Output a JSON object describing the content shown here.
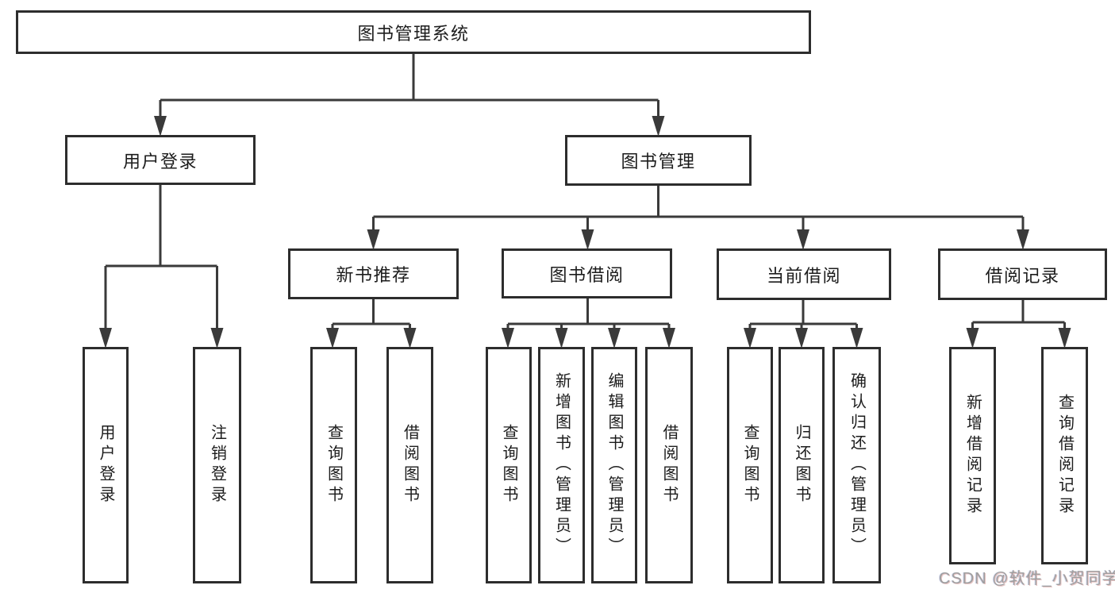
{
  "diagram_type": "tree",
  "nodes": {
    "root": "图书管理系统",
    "level2": [
      "用户登录",
      "图书管理"
    ],
    "level3": [
      "新书推荐",
      "图书借阅",
      "当前借阅",
      "借阅记录"
    ],
    "leaves": [
      "用户登录",
      "注销登录",
      "查询图书",
      "借阅图书",
      "查询图书",
      "新增图书（管理员）",
      "编辑图书（管理员）",
      "借阅图书",
      "查询图书",
      "归还图书",
      "确认归还（管理员）",
      "新增借阅记录",
      "查询借阅记录"
    ]
  },
  "hierarchy": {
    "图书管理系统": {
      "用户登录": [
        "用户登录",
        "注销登录"
      ],
      "图书管理": {
        "新书推荐": [
          "查询图书",
          "借阅图书"
        ],
        "图书借阅": [
          "查询图书",
          "新增图书（管理员）",
          "编辑图书（管理员）",
          "借阅图书"
        ],
        "当前借阅": [
          "查询图书",
          "归还图书",
          "确认归还（管理员）"
        ],
        "借阅记录": [
          "新增借阅记录",
          "查询借阅记录"
        ]
      }
    }
  },
  "watermark": {
    "text": "CSDN @软件_小贺同学"
  },
  "colors": {
    "background": "#ffffff",
    "box_fill": "#ffffff",
    "box_border": "#2d2d2d",
    "line": "#3a3a3a",
    "text": "#1c1c1c",
    "watermark": "#9f9f9f"
  }
}
